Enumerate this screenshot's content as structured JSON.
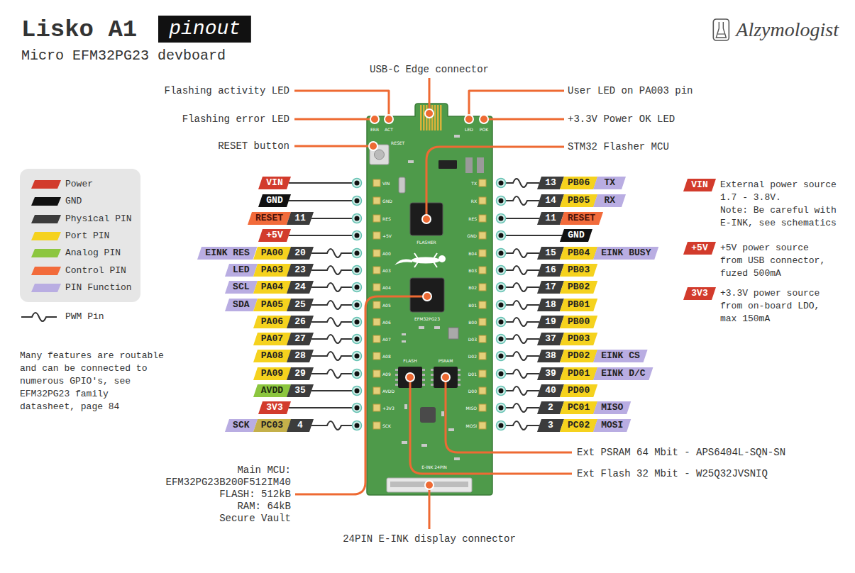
{
  "diagram": {
    "title": "Lisko A1",
    "nodes": [
      {
        "text": [
          "pinout"
        ]
      },
      {
        "text": [
          "VIN"
        ]
      },
      {
        "text": [
          "GND"
        ]
      },
      {
        "text": [
          "RESET"
        ]
      },
      {
        "text": [
          "11"
        ]
      },
      {
        "text": [
          "+5V"
        ]
      },
      {
        "text": [
          "EINK RES"
        ]
      },
      {
        "text": [
          "PA00"
        ]
      },
      {
        "text": [
          "20"
        ]
      },
      {
        "text": [
          "LED"
        ]
      },
      {
        "text": [
          "PA03"
        ]
      },
      {
        "text": [
          "23"
        ]
      },
      {
        "text": [
          "SCL"
        ]
      },
      {
        "text": [
          "PA04"
        ]
      },
      {
        "text": [
          "24"
        ]
      },
      {
        "text": [
          "SDA"
        ]
      },
      {
        "text": [
          "PA05"
        ]
      },
      {
        "text": [
          "25"
        ]
      },
      {
        "text": [
          "PA06"
        ]
      },
      {
        "text": [
          "26"
        ]
      },
      {
        "text": [
          "PA07"
        ]
      },
      {
        "text": [
          "27"
        ]
      },
      {
        "text": [
          "PA08"
        ]
      },
      {
        "text": [
          "28"
        ]
      },
      {
        "text": [
          "PA09"
        ]
      },
      {
        "text": [
          "29"
        ]
      },
      {
        "text": [
          "AVDD"
        ]
      },
      {
        "text": [
          "35"
        ]
      },
      {
        "text": [
          "3V3"
        ]
      },
      {
        "text": [
          "SCK"
        ]
      },
      {
        "text": [
          "PC03"
        ]
      },
      {
        "text": [
          "4"
        ]
      },
      {
        "text": [
          "13"
        ]
      },
      {
        "text": [
          "PB06"
        ]
      },
      {
        "text": [
          "TX"
        ]
      },
      {
        "text": [
          "14"
        ]
      },
      {
        "text": [
          "PB05"
        ]
      },
      {
        "text": [
          "RX"
        ]
      },
      {
        "text": [
          "11"
        ]
      },
      {
        "text": [
          "RESET"
        ]
      },
      {
        "text": [
          "GND"
        ]
      },
      {
        "text": [
          "15"
        ]
      },
      {
        "text": [
          "PB04"
        ]
      },
      {
        "text": [
          "EINK BUSY"
        ]
      },
      {
        "text": [
          "16"
        ]
      },
      {
        "text": [
          "PB03"
        ]
      },
      {
        "text": [
          "17"
        ]
      },
      {
        "text": [
          "PB02"
        ]
      },
      {
        "text": [
          "18"
        ]
      },
      {
        "text": [
          "PB01"
        ]
      },
      {
        "text": [
          "19"
        ]
      },
      {
        "text": [
          "PB00"
        ]
      },
      {
        "text": [
          "37"
        ]
      },
      {
        "text": [
          "PD03"
        ]
      },
      {
        "text": [
          "38"
        ]
      },
      {
        "text": [
          "PD02"
        ]
      },
      {
        "text": [
          "EINK CS"
        ]
      },
      {
        "text": [
          "39"
        ]
      },
      {
        "text": [
          "PD01"
        ]
      },
      {
        "text": [
          "EINK D/C"
        ]
      },
      {
        "text": [
          "40"
        ]
      },
      {
        "text": [
          "PD00"
        ]
      },
      {
        "text": [
          "2"
        ]
      },
      {
        "text": [
          "PC01"
        ]
      },
      {
        "text": [
          "MISO"
        ]
      },
      {
        "text": [
          "3"
        ]
      },
      {
        "text": [
          "PC02"
        ]
      },
      {
        "text": [
          "MOSI"
        ]
      },
      {
        "text": [
          "VIN"
        ]
      },
      {
        "text": [
          "+5V"
        ]
      },
      {
        "text": [
          "3V3"
        ]
      }
    ],
    "labels": [
      "Micro EFM32PG23 devboard",
      "Alzymologist",
      "USB-C Edge connector",
      "Flashing activity LED",
      "Flashing error LED",
      "RESET button",
      "User LED on PA003 pin",
      "+3.3V Power OK LED",
      "STM32 Flasher MCU",
      "External power source 1.7 - 3.8V.",
      "Note: Be careful with E-INK, see schematics",
      "+5V power source from USB connector, fuzed 500mA",
      "+3.3V power source from on-board LDO, max 150mA",
      "Many features are routable and can be connected to numerous GPIO's, see EFM32PG23 family datasheet, page 84",
      "Main MCU:",
      "EFM32PG23B200F512IM40",
      "FLASH: 512kB",
      "RAM: 64kB",
      "Secure Vault",
      "Ext PSRAM 64 Mbit - APS6404L-SQN-SN",
      "Ext Flash 32 Mbit - W25Q32JVSNIQ",
      "24PIN E-INK display connector",
      "ERR",
      "ACT",
      "RESET",
      "LED",
      "POK",
      "FLASHER",
      "EFM32PG23",
      "FLASH",
      "PSRAM",
      "E-INK 24PIN",
      "VIN",
      "GND",
      "RES",
      "+5V",
      "A00",
      "A03",
      "A04",
      "A05",
      "A06",
      "A07",
      "A08",
      "A09",
      "AVDD",
      "+3V3",
      "SCK",
      "TX",
      "RX",
      "RES",
      "GND",
      "B04",
      "B03",
      "B02",
      "B01",
      "B00",
      "D03",
      "D02",
      "D01",
      "D00",
      "MISO",
      "MOSI"
    ],
    "legend": [
      {
        "text": "Power",
        "color": "#d23b2c"
      },
      {
        "text": "GND",
        "color": "#111111"
      },
      {
        "text": "Physical PIN",
        "color": "#3c3c3c"
      },
      {
        "text": "Port PIN",
        "color": "#f5d21e"
      },
      {
        "text": "Analog PIN",
        "color": "#8cc63f"
      },
      {
        "text": "Control PIN",
        "color": "#f26b3b"
      },
      {
        "text": "PIN Function",
        "color": "#b9ade2"
      },
      {
        "text": "PWM Pin"
      }
    ]
  }
}
